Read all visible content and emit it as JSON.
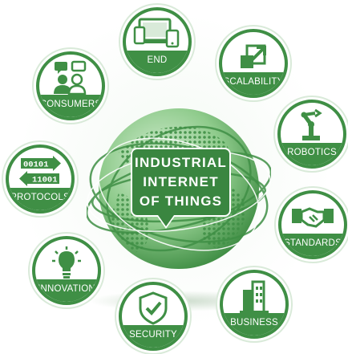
{
  "title_lines": [
    "INDUSTRIAL",
    "INTERNET",
    "OF THINGS"
  ],
  "colors": {
    "primary": "#3f8f45",
    "light": "#5fb95f",
    "pale": "#d9ead9"
  },
  "nodes": {
    "end_devices": {
      "label": "END DEVICES",
      "icon": "devices-icon"
    },
    "scalability": {
      "label": "SCALABILITY",
      "icon": "scale-arrow-icon"
    },
    "robotics": {
      "label": "ROBOTICS",
      "icon": "robot-arm-icon"
    },
    "standards": {
      "label": "STANDARDS",
      "icon": "handshake-icon"
    },
    "business": {
      "label": "BUSINESS",
      "icon": "buildings-icon"
    },
    "security": {
      "label": "SECURITY",
      "icon": "shield-check-icon"
    },
    "innovation": {
      "label": "INNOVATION",
      "icon": "lightbulb-icon"
    },
    "protocols": {
      "label": "PROTOCOLS",
      "icon": "binary-arrows-icon",
      "code_top": "00101",
      "code_bottom": "11001"
    },
    "consumers": {
      "label": "CONSUMERS",
      "icon": "people-chat-icon"
    }
  }
}
